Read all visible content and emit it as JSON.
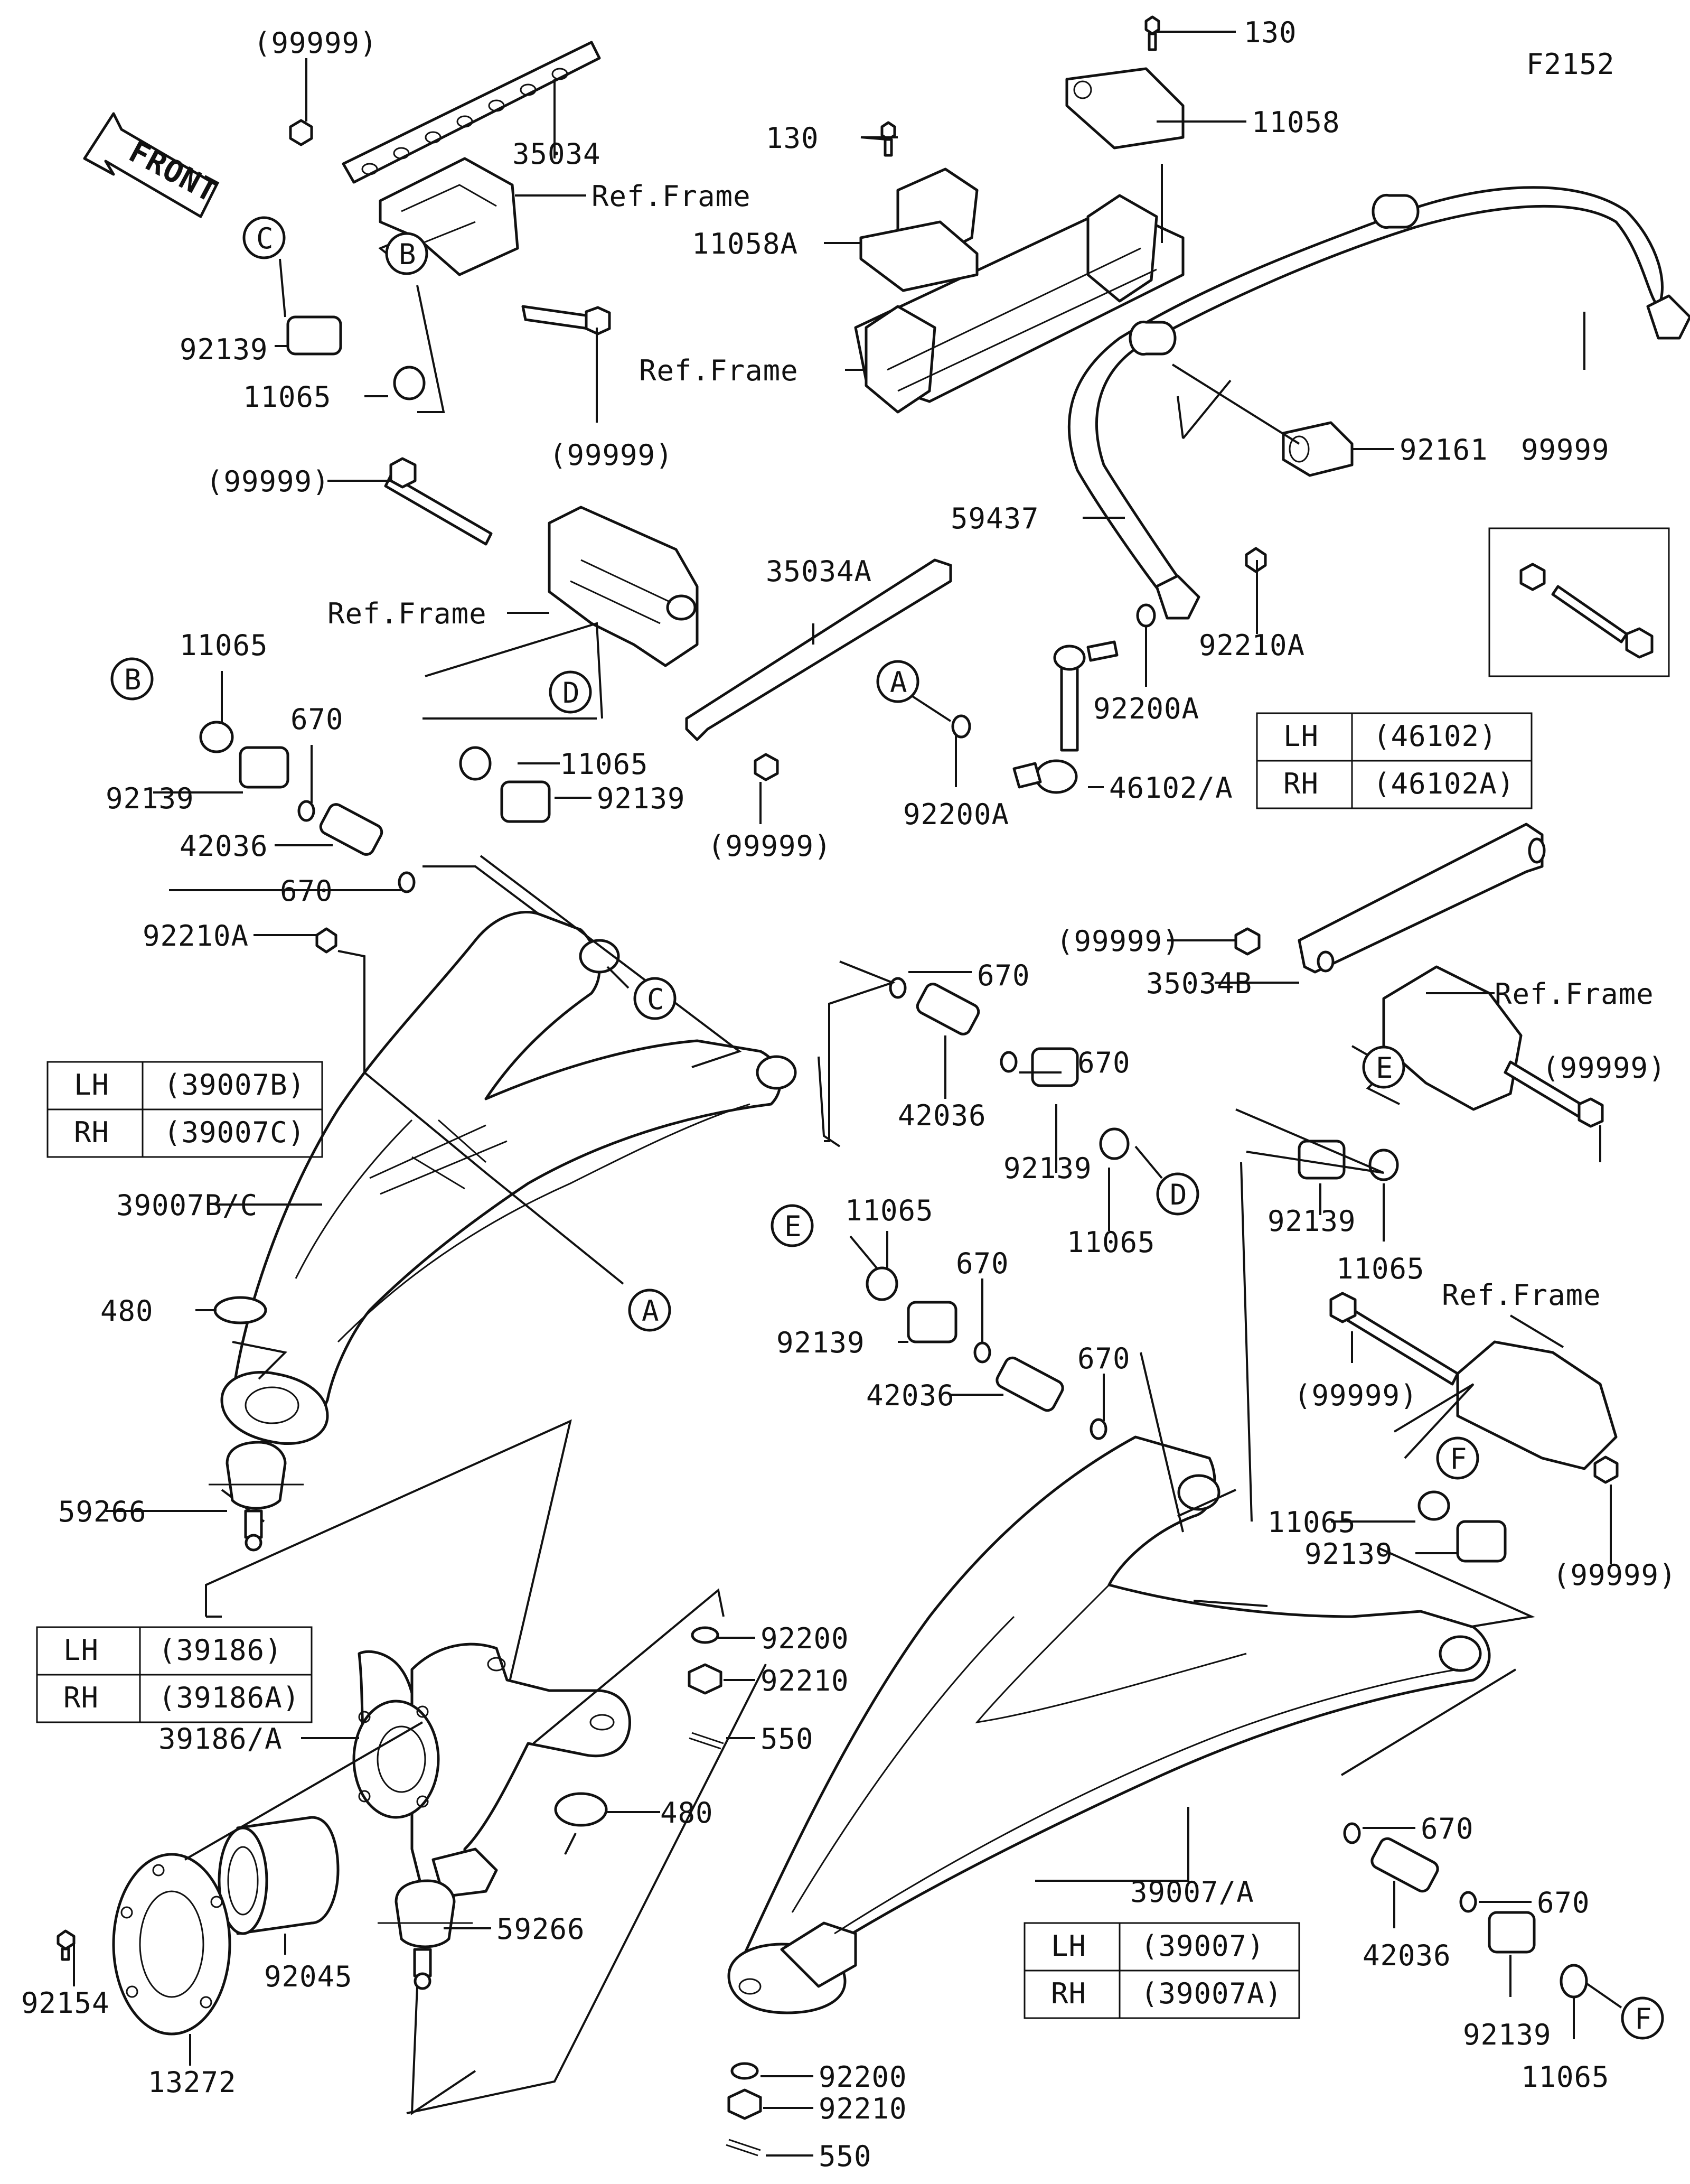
{
  "figure_id": "F2152",
  "front_label": "FRONT",
  "labels": {
    "l_99999_a": "(99999)",
    "l_35034": "35034",
    "l_ref_frame_1": "Ref.Frame",
    "l_92139_a": "92139",
    "l_11065_a": "11065",
    "l_99999_b": "(99999)",
    "l_130_a": "130",
    "l_11058": "11058",
    "l_130_b": "130",
    "l_11058A": "11058A",
    "l_ref_frame_2": "Ref.Frame",
    "l_92161": "92161",
    "l_59437": "59437",
    "l_99999_top": "99999",
    "l_99999_c": "(99999)",
    "l_ref_frame_3": "Ref.Frame",
    "l_35034A": "35034A",
    "l_11065_b": "11065",
    "l_670_a": "670",
    "l_92139_b": "92139",
    "l_42036_a": "42036",
    "l_670_b": "670",
    "l_11065_c": "11065",
    "l_92139_c": "92139",
    "l_99999_d": "(99999)",
    "l_92210A_a": "92210A",
    "l_92200A_a": "92200A",
    "l_92200A_b": "92200A",
    "l_46102A": "46102/A",
    "l_99999_e": "(99999)",
    "l_35034B": "35034B",
    "l_ref_frame_4": "Ref.Frame",
    "l_99999_f": "(99999)",
    "l_670_c": "670",
    "l_42036_b": "42036",
    "l_670_d": "670",
    "l_92139_d": "92139",
    "l_11065_d": "11065",
    "l_92139_e": "92139",
    "l_11065_e": "11065",
    "l_92210A_b": "92210A",
    "l_39007BC": "39007B/C",
    "l_480_a": "480",
    "l_11065_f": "11065",
    "l_670_e": "670",
    "l_92139_f": "92139",
    "l_42036_c": "42036",
    "l_670_f": "670",
    "l_ref_frame_5": "Ref.Frame",
    "l_99999_g": "(99999)",
    "l_11065_g": "11065",
    "l_92139_g": "92139",
    "l_99999_h": "(99999)",
    "l_59266_a": "59266",
    "l_92200_a": "92200",
    "l_92210_a": "92210",
    "l_550_a": "550",
    "l_39186A": "39186/A",
    "l_480_b": "480",
    "l_92154": "92154",
    "l_92045": "92045",
    "l_13272": "13272",
    "l_59266_b": "59266",
    "l_39007A": "39007/A",
    "l_670_g": "670",
    "l_42036_d": "42036",
    "l_670_h": "670",
    "l_92139_h": "92139",
    "l_11065_h": "11065",
    "l_92200_b": "92200",
    "l_92210_b": "92210",
    "l_550_b": "550"
  },
  "ref_circles": {
    "c1": "C",
    "b1": "B",
    "b2": "B",
    "d1": "D",
    "a1": "A",
    "c2": "C",
    "a2": "A",
    "e1": "E",
    "d2": "D",
    "e2": "E",
    "f1": "F",
    "f2": "F"
  },
  "tables": {
    "t46102": [
      [
        "LH",
        "(46102)"
      ],
      [
        "RH",
        "(46102A)"
      ]
    ],
    "t39007BC": [
      [
        "LH",
        "(39007B)"
      ],
      [
        "RH",
        "(39007C)"
      ]
    ],
    "t39186": [
      [
        "LH",
        "(39186)"
      ],
      [
        "RH",
        "(39186A)"
      ]
    ],
    "t39007": [
      [
        "LH",
        "(39007)"
      ],
      [
        "RH",
        "(39007A)"
      ]
    ]
  }
}
